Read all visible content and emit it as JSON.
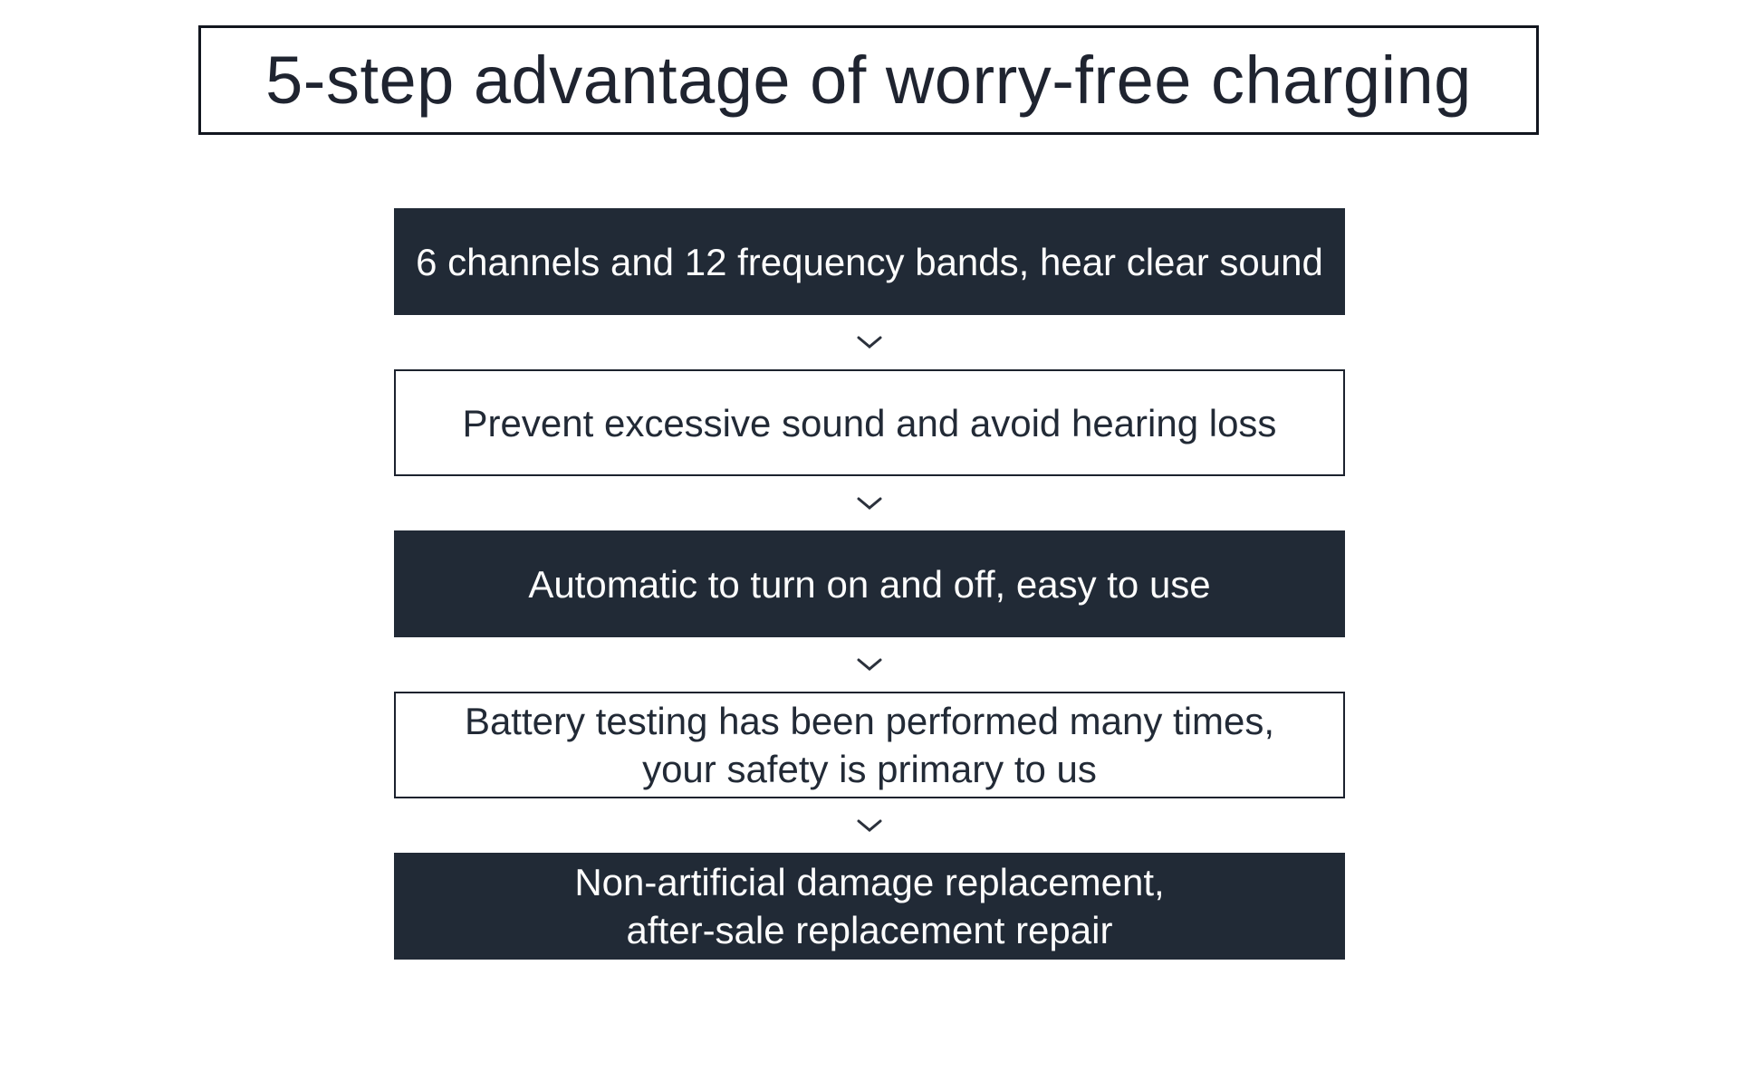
{
  "title": "5-step advantage of worry-free charging",
  "steps": [
    {
      "variant": "dark",
      "lines": [
        "6 channels and 12 frequency bands, hear clear sound"
      ]
    },
    {
      "variant": "light",
      "lines": [
        "Prevent excessive sound and avoid hearing loss"
      ]
    },
    {
      "variant": "dark",
      "lines": [
        "Automatic to turn on and off, easy to use"
      ]
    },
    {
      "variant": "light",
      "lines": [
        "Battery testing has been performed many times,",
        "your safety is primary to us"
      ]
    },
    {
      "variant": "dark",
      "lines": [
        "Non-artificial damage replacement,",
        "after-sale replacement repair"
      ]
    }
  ],
  "connector_icon": "chevron-down",
  "colors": {
    "page_background": "#ffffff",
    "dark_box_background": "#212a36",
    "dark_box_text": "#fdfdfd",
    "light_box_background": "#ffffff",
    "light_box_border": "#1c222e",
    "light_box_text": "#222a36",
    "title_text": "#1f2430",
    "title_border": "#12161f",
    "chevron": "#2b313c"
  }
}
